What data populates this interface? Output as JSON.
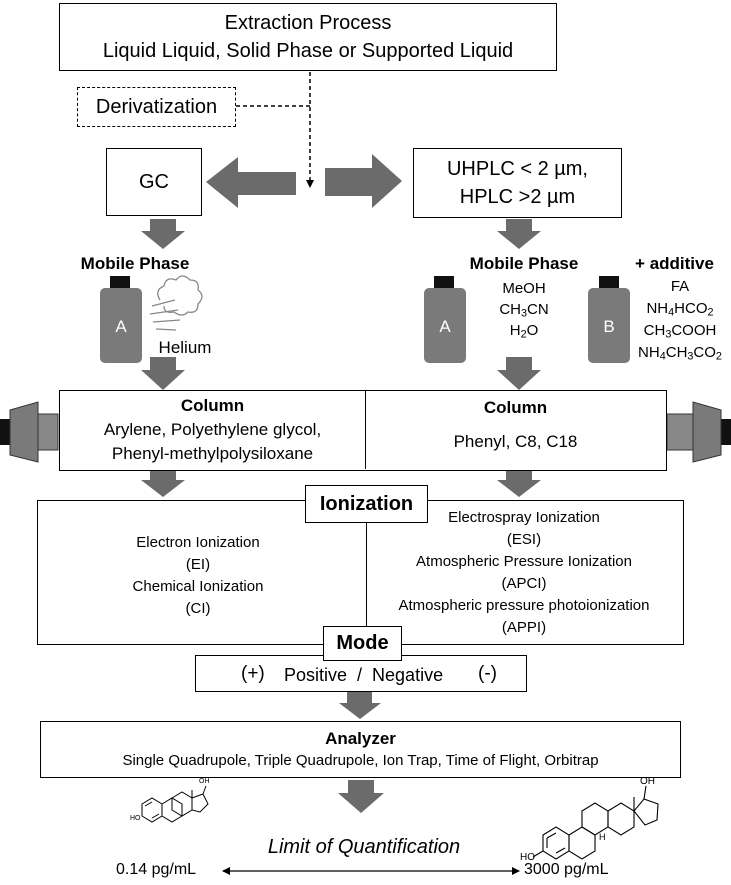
{
  "extraction": {
    "line1": "Extraction Process",
    "line2": "Liquid Liquid, Solid Phase or Supported Liquid"
  },
  "derivatization": "Derivatization",
  "gc": "GC",
  "lc": {
    "line1": "UHPLC < 2 µm,",
    "line2": "HPLC >2 µm"
  },
  "gc_mobile": {
    "title": "Mobile Phase",
    "bottle": "A",
    "gas": "Helium"
  },
  "lc_mobile": {
    "title": "Mobile Phase",
    "bottle_a": "A",
    "bottle_b": "B",
    "solvents": {
      "s1": "MeOH",
      "s2": "CH3CN",
      "s3": "H2O"
    },
    "additive_title": "+ additive",
    "additives": {
      "a1": "FA",
      "a2": "NH4HCO2",
      "a3": "CH3COOH",
      "a4": "NH4CH3CO2"
    }
  },
  "column": {
    "gc_title": "Column",
    "gc_line1": "Arylene, Polyethylene glycol,",
    "gc_line2": "Phenyl-methylpolysiloxane",
    "lc_title": "Column",
    "lc_line1": "Phenyl, C8, C18"
  },
  "ionization": {
    "title": "Ionization",
    "gc": {
      "l1": "Electron Ionization",
      "l2": "(EI)",
      "l3": "Chemical Ionization",
      "l4": "(CI)"
    },
    "lc": {
      "l1": "Electrospray Ionization",
      "l2": "(ESI)",
      "l3": "Atmospheric Pressure Ionization",
      "l4": "(APCI)",
      "l5": "Atmospheric pressure photoionization",
      "l6": "(APPI)"
    }
  },
  "mode": {
    "title": "Mode",
    "plus": "(+)",
    "text": "Positive  /  Negative",
    "minus": "(-)"
  },
  "analyzer": {
    "title": "Analyzer",
    "types": "Single Quadrupole, Triple Quadrupole, Ion Trap, Time of Flight, Orbitrap"
  },
  "loq": {
    "label": "Limit of Quantification",
    "low": "0.14 pg/mL",
    "high": "3000 pg/mL"
  },
  "molecule": {
    "oh": "OH",
    "ho": "HO",
    "h": "H"
  },
  "colors": {
    "arrow": "#6b6b6b",
    "bottle": "#7a7a7a",
    "cap": "#111111",
    "line": "#000000"
  }
}
